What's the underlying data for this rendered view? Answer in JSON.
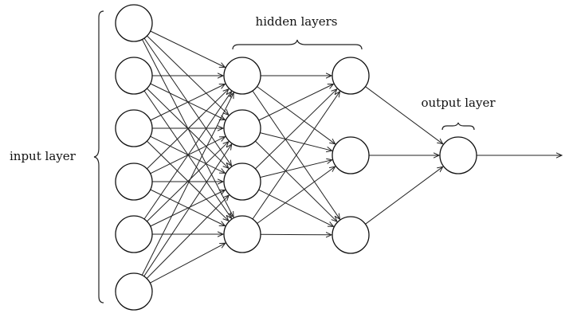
{
  "labels": {
    "input_layer": "input layer",
    "hidden_layers": "hidden layers",
    "output_layer": "output layer"
  },
  "network": {
    "layers": [
      {
        "role": "input",
        "neurons": 6
      },
      {
        "role": "hidden",
        "neurons": 4
      },
      {
        "role": "hidden",
        "neurons": 3
      },
      {
        "role": "output",
        "neurons": 1
      }
    ],
    "connectivity": "fully-connected",
    "output_arrow": true
  },
  "colors": {
    "stroke": "#111111",
    "background": "#ffffff"
  }
}
